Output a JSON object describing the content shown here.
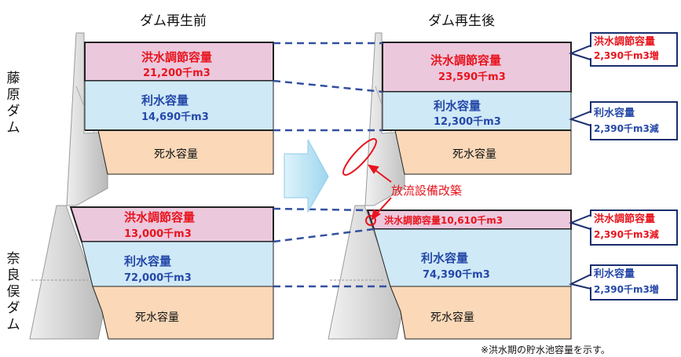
{
  "headers": {
    "before": "ダム再生前",
    "after": "ダム再生後"
  },
  "dams": {
    "fujiwara": {
      "name": "藤原ダム",
      "before": {
        "flood_label": "洪水調節容量",
        "flood_value": "21,200千m3",
        "use_label": "利水容量",
        "use_value": "14,690千m3",
        "dead_label": "死水容量"
      },
      "after": {
        "flood_label": "洪水調節容量",
        "flood_value": "23,590千m3",
        "use_label": "利水容量",
        "use_value": "12,300千m3",
        "dead_label": "死水容量"
      },
      "callouts": {
        "flood_title": "洪水調節容量",
        "flood_change": "2,390千m3増",
        "use_title": "利水容量",
        "use_change": "2,390千m3減"
      }
    },
    "narakata": {
      "name": "奈良俣ダム",
      "before": {
        "flood_label": "洪水調節容量",
        "flood_value": "13,000千m3",
        "use_label": "利水容量",
        "use_value": "72,000千m3",
        "dead_label": "死水容量"
      },
      "after": {
        "flood_combined": "洪水調節容量10,610千m3",
        "use_label": "利水容量",
        "use_value": "74,390千m3",
        "dead_label": "死水容量"
      },
      "callouts": {
        "flood_title": "洪水調節容量",
        "flood_change": "2,390千m3減",
        "use_title": "利水容量",
        "use_change": "2,390千m3増"
      }
    }
  },
  "annotation": "放流設備改築",
  "footnote": "※洪水期の貯水池容量を示す。",
  "colors": {
    "flood_fill": "#ecc8dd",
    "use_fill": "#cfe9f7",
    "dead_fill": "#fad8b8",
    "flood_text": "#e8141d",
    "use_text": "#2548a8",
    "dam_body": "#c9c9c9",
    "dashed": "#3350a0",
    "arrow": "#b8e2f4"
  }
}
